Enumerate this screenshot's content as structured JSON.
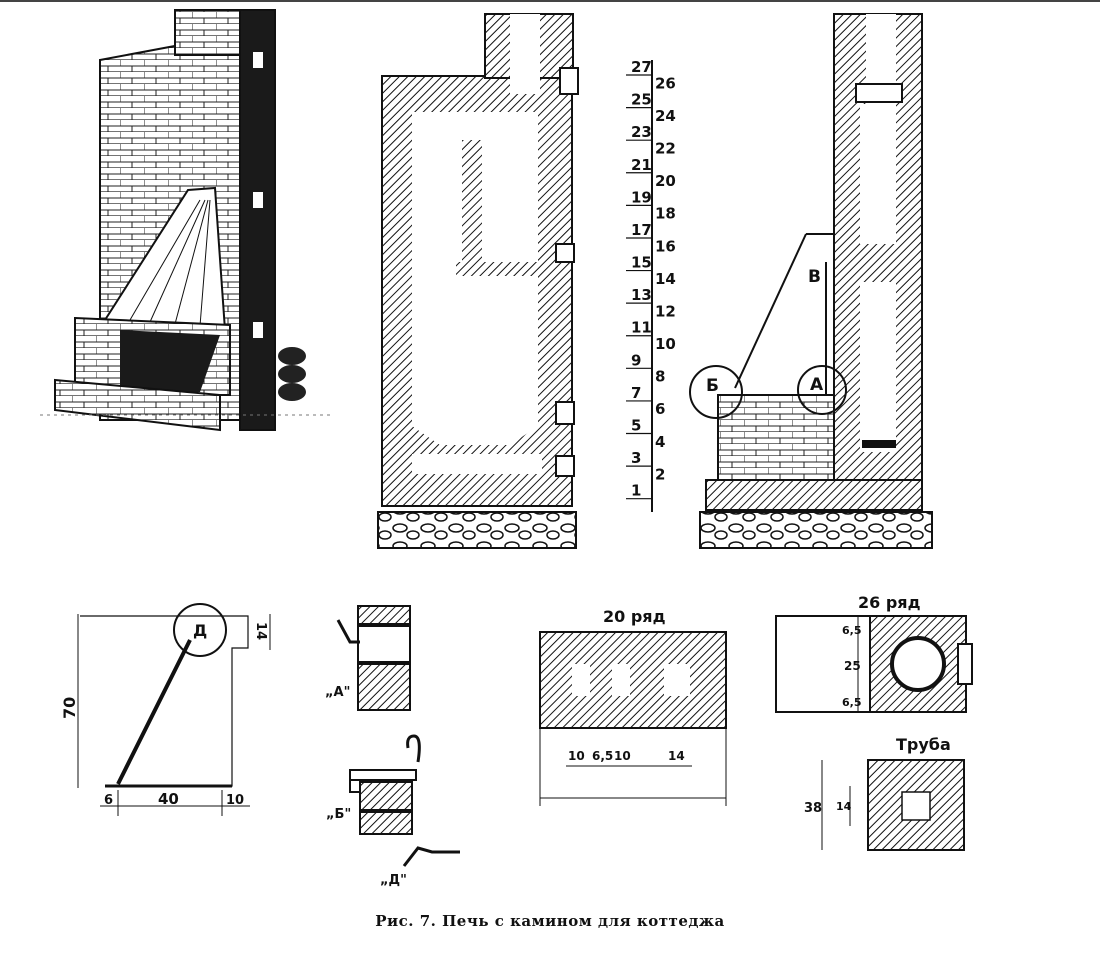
{
  "figure": {
    "caption": "Рис. 7. Печь с камином для коттеджа",
    "callouts": {
      "a": "А",
      "b": "Б",
      "v": "В",
      "d": "Д"
    },
    "detail_labels": {
      "a": "„А\"",
      "b": "„Б\"",
      "d": "„Д\""
    },
    "row_scale": {
      "left": [
        "27",
        "25",
        "23",
        "21",
        "19",
        "17",
        "15",
        "13",
        "11",
        "9",
        "7",
        "5",
        "3",
        "1"
      ],
      "right": [
        "26",
        "24",
        "22",
        "20",
        "18",
        "16",
        "14",
        "12",
        "10",
        "8",
        "6",
        "4",
        "2"
      ]
    },
    "hood_dims": {
      "height": "70",
      "top": "14",
      "left": "6",
      "width": "40",
      "right": "10"
    },
    "plan1": {
      "title": "20 ряд",
      "dims": [
        "10",
        "6,5",
        "10",
        "14"
      ]
    },
    "plan2": {
      "title": "26 ряд",
      "dims": [
        "6,5",
        "25",
        "6,5"
      ]
    },
    "pipe": {
      "title": "Труба",
      "dims": [
        "38",
        "14"
      ]
    }
  }
}
